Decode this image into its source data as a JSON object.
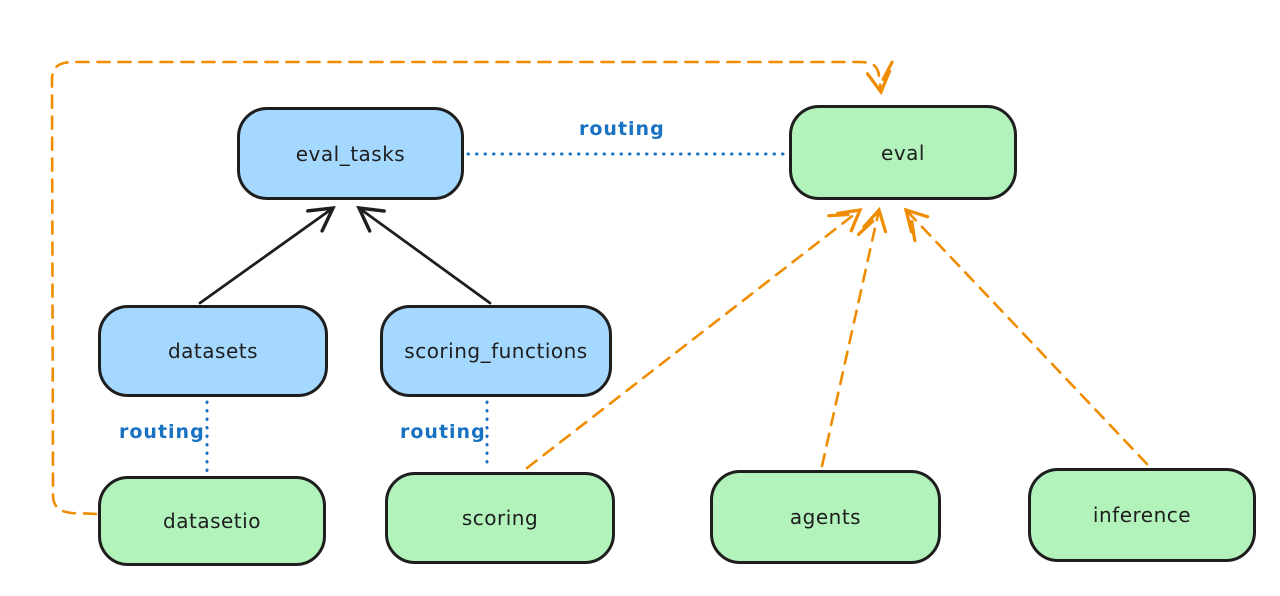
{
  "diagram": {
    "title_hint": "eval routing architecture diagram",
    "nodes": {
      "eval_tasks": {
        "label": "eval_tasks",
        "kind": "api",
        "fill": "#a5d8ff"
      },
      "datasets": {
        "label": "datasets",
        "kind": "api",
        "fill": "#a5d8ff"
      },
      "scoring_functions": {
        "label": "scoring_functions",
        "kind": "api",
        "fill": "#a5d8ff"
      },
      "eval": {
        "label": "eval",
        "kind": "provider",
        "fill": "#b2f2bb"
      },
      "datasetio": {
        "label": "datasetio",
        "kind": "provider",
        "fill": "#b2f2bb"
      },
      "scoring": {
        "label": "scoring",
        "kind": "provider",
        "fill": "#b2f2bb"
      },
      "agents": {
        "label": "agents",
        "kind": "provider",
        "fill": "#b2f2bb"
      },
      "inference": {
        "label": "inference",
        "kind": "provider",
        "fill": "#b2f2bb"
      }
    },
    "routing_labels": {
      "top": "routing",
      "datasetio": "routing",
      "scoring": "routing"
    },
    "edges": [
      {
        "from": "datasets",
        "to": "eval_tasks",
        "style": "solid-black-arrow"
      },
      {
        "from": "scoring_functions",
        "to": "eval_tasks",
        "style": "solid-black-arrow"
      },
      {
        "from": "eval_tasks",
        "to": "eval",
        "style": "dotted-blue",
        "label": "routing"
      },
      {
        "from": "datasets",
        "to": "datasetio",
        "style": "dotted-blue",
        "label": "routing"
      },
      {
        "from": "scoring_functions",
        "to": "scoring",
        "style": "dotted-blue",
        "label": "routing"
      },
      {
        "from": "datasetio",
        "to": "eval",
        "style": "dashed-orange-arrow",
        "route": "around-left-and-top"
      },
      {
        "from": "scoring",
        "to": "eval",
        "style": "dashed-orange-arrow"
      },
      {
        "from": "agents",
        "to": "eval",
        "style": "dashed-orange-arrow"
      },
      {
        "from": "inference",
        "to": "eval",
        "style": "dashed-orange-arrow"
      }
    ],
    "colors": {
      "api_fill": "#a5d8ff",
      "provider_fill": "#b2f2bb",
      "stroke": "#1e1e1e",
      "routing_blue": "#1971c2",
      "orange": "#f08c00",
      "background": "#ffffff"
    }
  }
}
